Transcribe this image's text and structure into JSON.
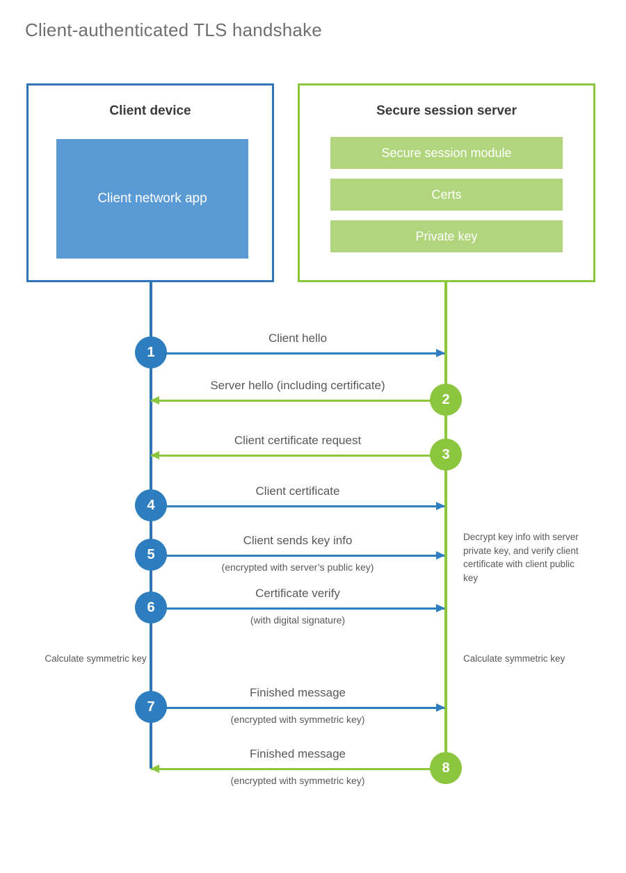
{
  "title": "Client-authenticated TLS handshake",
  "colors": {
    "client_border": "#2e75b6",
    "client_fill": "#5b9bd5",
    "client_circle": "#2e7ebf",
    "server_border": "#8cc63f",
    "server_fill": "#b0d57c",
    "server_circle": "#8cc63f",
    "text": "#55585a",
    "title_text": "#6f6f6f",
    "background": "#ffffff"
  },
  "actors": {
    "client": {
      "title": "Client device",
      "app_label": "Client network app"
    },
    "server": {
      "title": "Secure session server",
      "components": [
        "Secure session module",
        "Certs",
        "Private key"
      ]
    }
  },
  "messages": [
    {
      "step": "1",
      "label": "Client hello",
      "sub": "",
      "direction": "client-to-server"
    },
    {
      "step": "2",
      "label": "Server hello (including certificate)",
      "sub": "",
      "direction": "server-to-client"
    },
    {
      "step": "3",
      "label": "Client certificate request",
      "sub": "",
      "direction": "server-to-client"
    },
    {
      "step": "4",
      "label": "Client certificate",
      "sub": "",
      "direction": "client-to-server"
    },
    {
      "step": "5",
      "label": "Client sends key info",
      "sub": "(encrypted with server’s public key)",
      "direction": "client-to-server"
    },
    {
      "step": "6",
      "label": "Certificate verify",
      "sub": "(with digital signature)",
      "direction": "client-to-server"
    },
    {
      "step": "7",
      "label": "Finished message",
      "sub": "(encrypted with symmetric key)",
      "direction": "client-to-server"
    },
    {
      "step": "8",
      "label": "Finished message",
      "sub": "(encrypted with symmetric key)",
      "direction": "server-to-client"
    }
  ],
  "notes": {
    "server_decrypt": "Decrypt key info with server private key, and verify client certificate with client public key",
    "client_calculate": "Calculate symmetric key",
    "server_calculate": "Calculate symmetric key"
  }
}
